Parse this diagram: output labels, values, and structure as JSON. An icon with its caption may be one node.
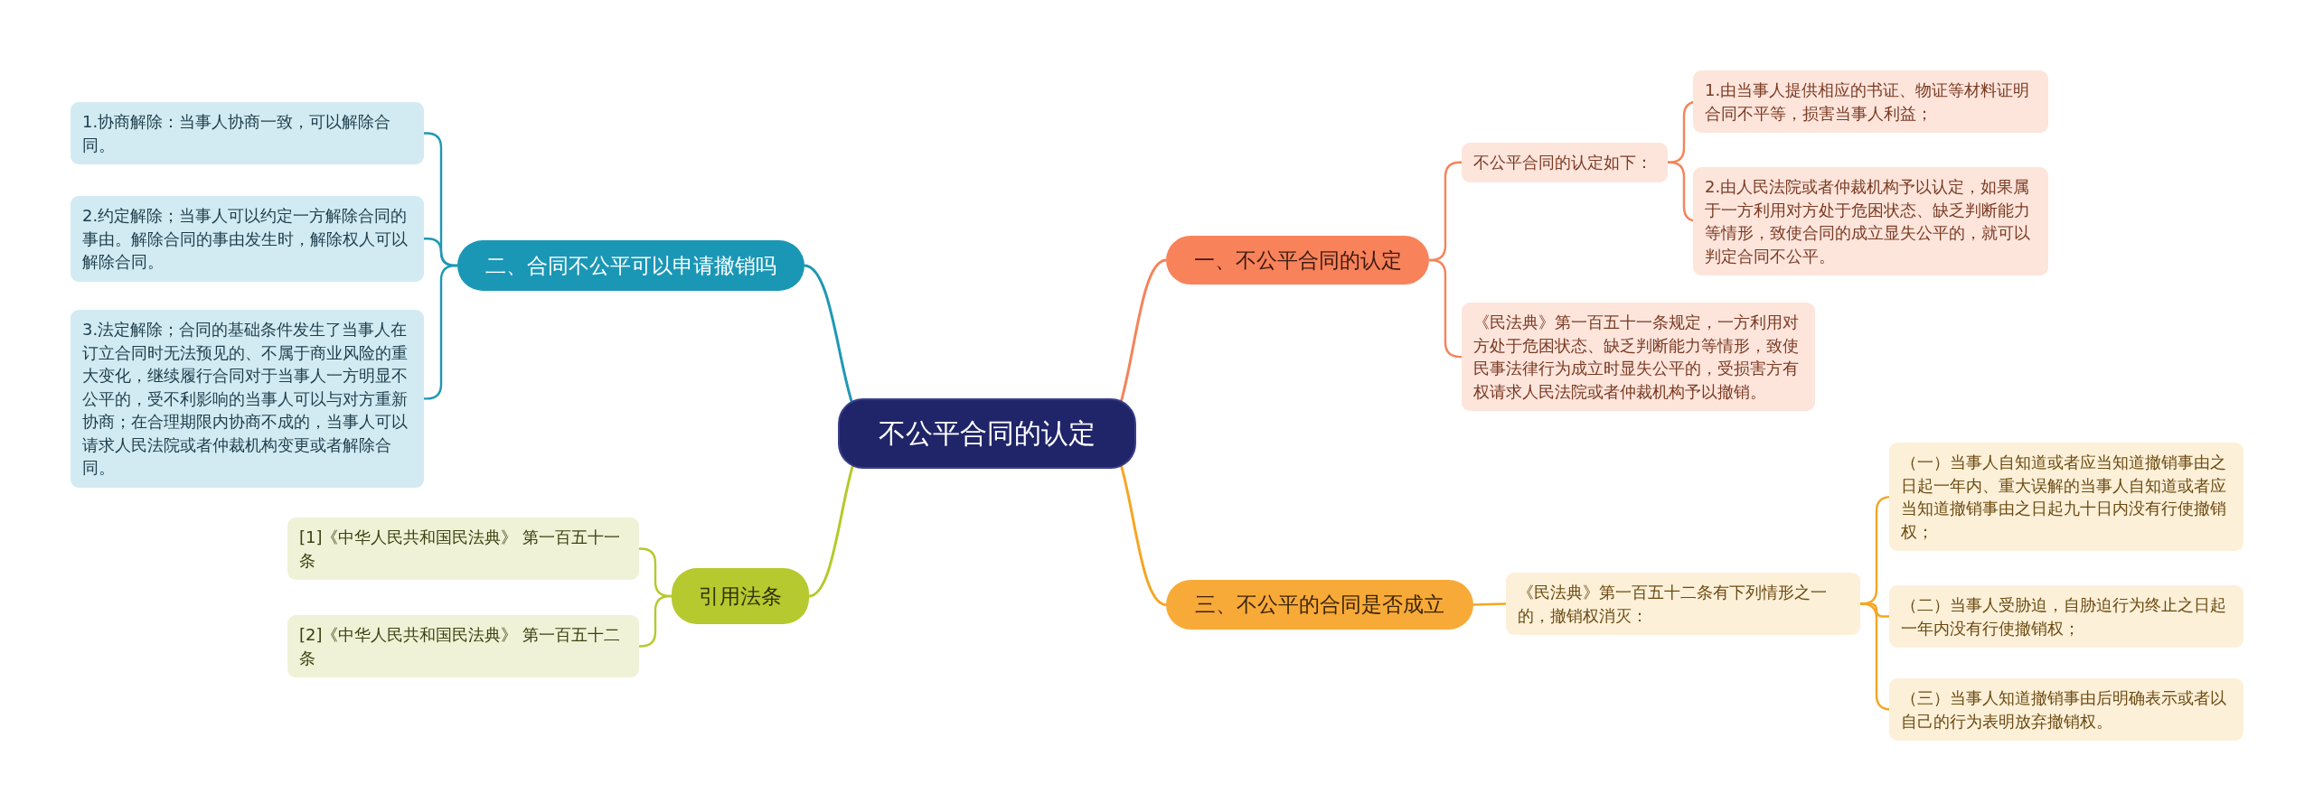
{
  "diagram": {
    "nodes": [
      {
        "text": [
          "不公平合同的认定"
        ]
      },
      {
        "text": [
          "一、不公平合同的认定"
        ]
      },
      {
        "text": [
          "不公平合同的认定如下："
        ]
      },
      {
        "text": [
          "1.由当事人提供相应的书证、物证等材料证明合同不平等，损害当事人利益；"
        ]
      },
      {
        "text": [
          "2.由人民法院或者仲裁机构予以认定，如果属于一方利用对方处于危困状态、缺乏判断能力等情形，致使合同的成立显失公平的，就可以判定合同不公平。"
        ]
      },
      {
        "text": [
          "《民法典》第一百五十一条规定，一方利用对方处于危困状态、缺乏判断能力等情形，致使民事法律行为成立时显失公平的，受损害方有权请求人民法院或者仲裁机构予以撤销。"
        ]
      },
      {
        "text": [
          "二、合同不公平可以申请撤销吗"
        ]
      },
      {
        "text": [
          "1.协商解除：当事人协商一致，可以解除合同。"
        ]
      },
      {
        "text": [
          "2.约定解除；当事人可以约定一方解除合同的事由。解除合同的事由发生时，解除权人可以解除合同。"
        ]
      },
      {
        "text": [
          "3.法定解除；合同的基础条件发生了当事人在订立合同时无法预见的、不属于商业风险的重大变化，继续履行合同对于当事人一方明显不公平的，受不利影响的当事人可以与对方重新协商；在合理期限内协商不成的，当事人可以请求人民法院或者仲裁机构变更或者解除合同。"
        ]
      },
      {
        "text": [
          "三、不公平的合同是否成立"
        ]
      },
      {
        "text": [
          "《民法典》第一百五十二条有下列情形之一的，撤销权消灭："
        ]
      },
      {
        "text": [
          "（一）当事人自知道或者应当知道撤销事由之日起一年内、重大误解的当事人自知道或者应当知道撤销事由之日起九十日内没有行使撤销权；"
        ]
      },
      {
        "text": [
          "（二）当事人受胁迫，自胁迫行为终止之日起一年内没有行使撤销权；"
        ]
      },
      {
        "text": [
          "（三）当事人知道撤销事由后明确表示或者以自己的行为表明放弃撤销权。"
        ]
      },
      {
        "text": [
          "引用法条"
        ]
      },
      {
        "text": [
          "[1]《中华人民共和国民法典》 第一百五十一条"
        ]
      },
      {
        "text": [
          "[2]《中华人民共和国民法典》 第一百五十二条"
        ]
      }
    ],
    "edges": [
      {
        "from": 0,
        "to": 1,
        "arrow": "none",
        "color": "#f4845a"
      },
      {
        "from": 1,
        "to": 2,
        "arrow": "none",
        "color": "#f4845a"
      },
      {
        "from": 2,
        "to": 3,
        "arrow": "none",
        "color": "#f4845a"
      },
      {
        "from": 2,
        "to": 4,
        "arrow": "none",
        "color": "#f4845a"
      },
      {
        "from": 1,
        "to": 5,
        "arrow": "none",
        "color": "#f4845a"
      },
      {
        "from": 0,
        "to": 6,
        "arrow": "none",
        "color": "#1e98b4"
      },
      {
        "from": 6,
        "to": 7,
        "arrow": "none",
        "color": "#1e98b4"
      },
      {
        "from": 6,
        "to": 8,
        "arrow": "none",
        "color": "#1e98b4"
      },
      {
        "from": 6,
        "to": 9,
        "arrow": "none",
        "color": "#1e98b4"
      },
      {
        "from": 0,
        "to": 10,
        "arrow": "none",
        "color": "#f5a623"
      },
      {
        "from": 10,
        "to": 11,
        "arrow": "none",
        "color": "#f5a623"
      },
      {
        "from": 11,
        "to": 12,
        "arrow": "none",
        "color": "#f5a623"
      },
      {
        "from": 11,
        "to": 13,
        "arrow": "none",
        "color": "#f5a623"
      },
      {
        "from": 11,
        "to": 14,
        "arrow": "none",
        "color": "#f5a623"
      },
      {
        "from": 0,
        "to": 15,
        "arrow": "none",
        "color": "#b5c92a"
      },
      {
        "from": 15,
        "to": 16,
        "arrow": "none",
        "color": "#b5c92a"
      },
      {
        "from": 15,
        "to": 17,
        "arrow": "none",
        "color": "#b5c92a"
      }
    ]
  }
}
